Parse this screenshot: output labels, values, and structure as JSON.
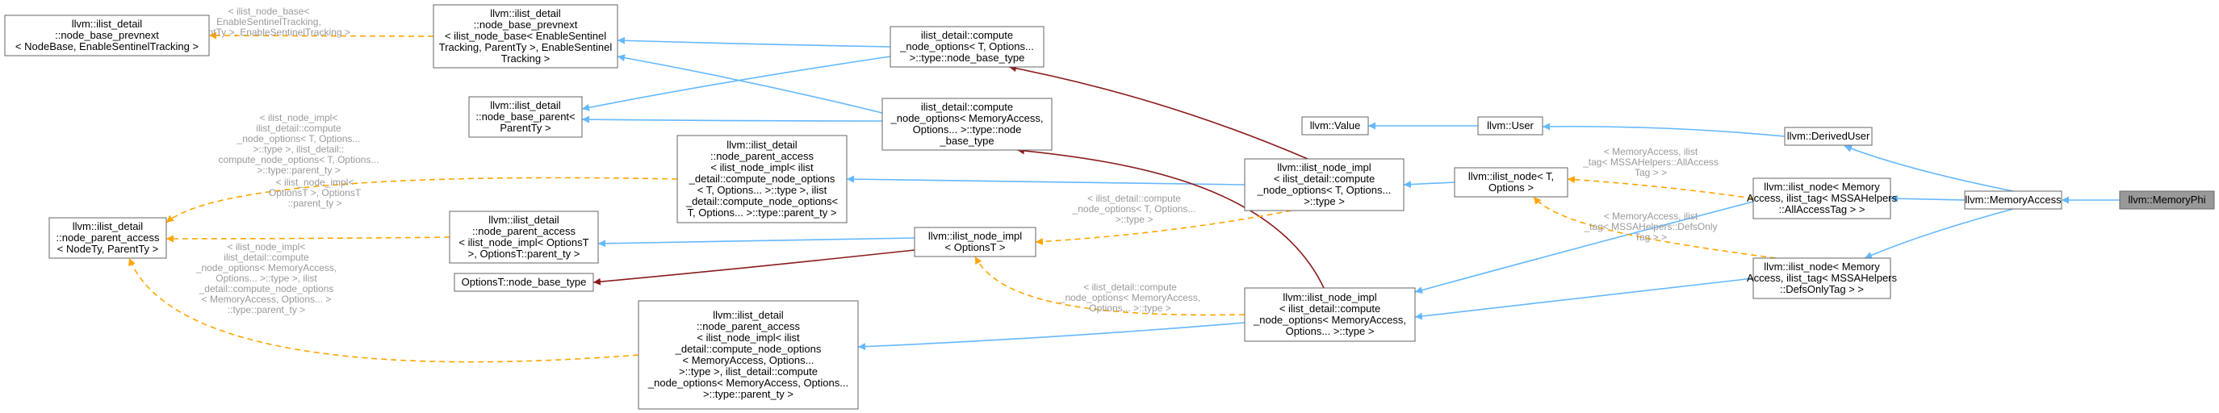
{
  "nodes": {
    "memoryphi": [
      "llvm::MemoryPhi"
    ],
    "memoryaccess": [
      "llvm::MemoryAccess"
    ],
    "deriveduser": [
      "llvm::DerivedUser"
    ],
    "user": [
      "llvm::User"
    ],
    "value": [
      "llvm::Value"
    ],
    "ilist_node_all": [
      "llvm::ilist_node< Memory",
      "Access, ilist_tag< MSSAHelpers",
      "::AllAccessTag > >"
    ],
    "ilist_node_defs": [
      "llvm::ilist_node< Memory",
      "Access, ilist_tag< MSSAHelpers",
      "::DefsOnlyTag > >"
    ],
    "ilist_node_T": [
      "llvm::ilist_node< T,",
      "Options >"
    ],
    "impl_T": [
      "llvm::ilist_node_impl",
      "< ilist_detail::compute",
      "_node_options< T, Options...",
      ">::type >"
    ],
    "impl_MA": [
      "llvm::ilist_node_impl",
      "< ilist_detail::compute",
      "_node_options< MemoryAccess,",
      "Options... >::type >"
    ],
    "impl_OptionsT": [
      "llvm::ilist_node_impl",
      "< OptionsT >"
    ],
    "compute_T": [
      "ilist_detail::compute",
      "_node_options< T, Options...",
      ">::type::node_base_type"
    ],
    "compute_MA": [
      "ilist_detail::compute",
      "_node_options< MemoryAccess,",
      "Options... >::type::node",
      "_base_type"
    ],
    "base_prevnext_sentinel": [
      "llvm::ilist_detail",
      "::node_base_prevnext",
      "< ilist_node_base< EnableSentinel",
      "Tracking, ParentTy >, EnableSentinel",
      "Tracking >"
    ],
    "base_parent": [
      "llvm::ilist_detail",
      "::node_base_parent<",
      "ParentTy >"
    ],
    "prevnext_generic": [
      "llvm::ilist_detail",
      "::node_base_prevnext",
      "< NodeBase, EnableSentinelTracking >"
    ],
    "parent_access_T": [
      "llvm::ilist_detail",
      "::node_parent_access",
      "< ilist_node_impl< ilist",
      "_detail::compute_node_options",
      "< T, Options... >::type >, ilist",
      "_detail::compute_node_options<",
      "T, Options... >::type::parent_ty >"
    ],
    "parent_access_OptionsT": [
      "llvm::ilist_detail",
      "::node_parent_access",
      "< ilist_node_impl< OptionsT",
      ">, OptionsT::parent_ty >"
    ],
    "options_base_type": [
      "OptionsT::node_base_type"
    ],
    "parent_access_MA": [
      "llvm::ilist_detail",
      "::node_parent_access",
      "< ilist_node_impl< ilist",
      "_detail::compute_node_options",
      "< MemoryAccess, Options...",
      ">::type >, ilist_detail::compute",
      "_node_options< MemoryAccess, Options...",
      ">::type::parent_ty >"
    ],
    "parent_access_generic": [
      "llvm::ilist_detail",
      "::node_parent_access",
      "< NodeTy, ParentTy >"
    ]
  },
  "edge_labels": {
    "sentinel_to_prevnext": [
      "< ilist_node_base<",
      "EnableSentinelTracking,",
      "ParentTy >, EnableSentinelTracking >"
    ],
    "paT_to_generic": [
      "< ilist_node_impl<",
      "ilist_detail::compute",
      "_node_options< T, Options...",
      ">::type >, ilist_detail::",
      "compute_node_options< T, Options...",
      ">::type::parent_ty >"
    ],
    "paOpt_to_generic": [
      "< ilist_node_impl<",
      "OptionsT >, OptionsT",
      "::parent_ty >"
    ],
    "paMA_to_generic": [
      "< ilist_node_impl<",
      "ilist_detail::compute",
      "_node_options< MemoryAccess,",
      "Options... >::type >, ilist",
      "_detail::compute_node_options",
      "< MemoryAccess, Options... >",
      "::type::parent_ty >"
    ],
    "implT_to_opt": [
      "< ilist_detail::compute",
      "_node_options< T, Options...",
      ">::type >"
    ],
    "implMA_to_opt": [
      "< ilist_detail::compute",
      "_node_options< MemoryAccess,",
      "Options... >::type >"
    ],
    "all_to_T": [
      "< MemoryAccess, ilist",
      "_tag< MSSAHelpers::AllAccess",
      "Tag > >"
    ],
    "defs_to_T": [
      "< MemoryAccess, ilist",
      "_tag< MSSAHelpers::DefsOnly",
      "Tag > >"
    ]
  },
  "colors": {
    "inheritance": "#63b8ff",
    "usage": "#8b1a1a",
    "template": "#ffa500",
    "current_node": "#999999"
  }
}
